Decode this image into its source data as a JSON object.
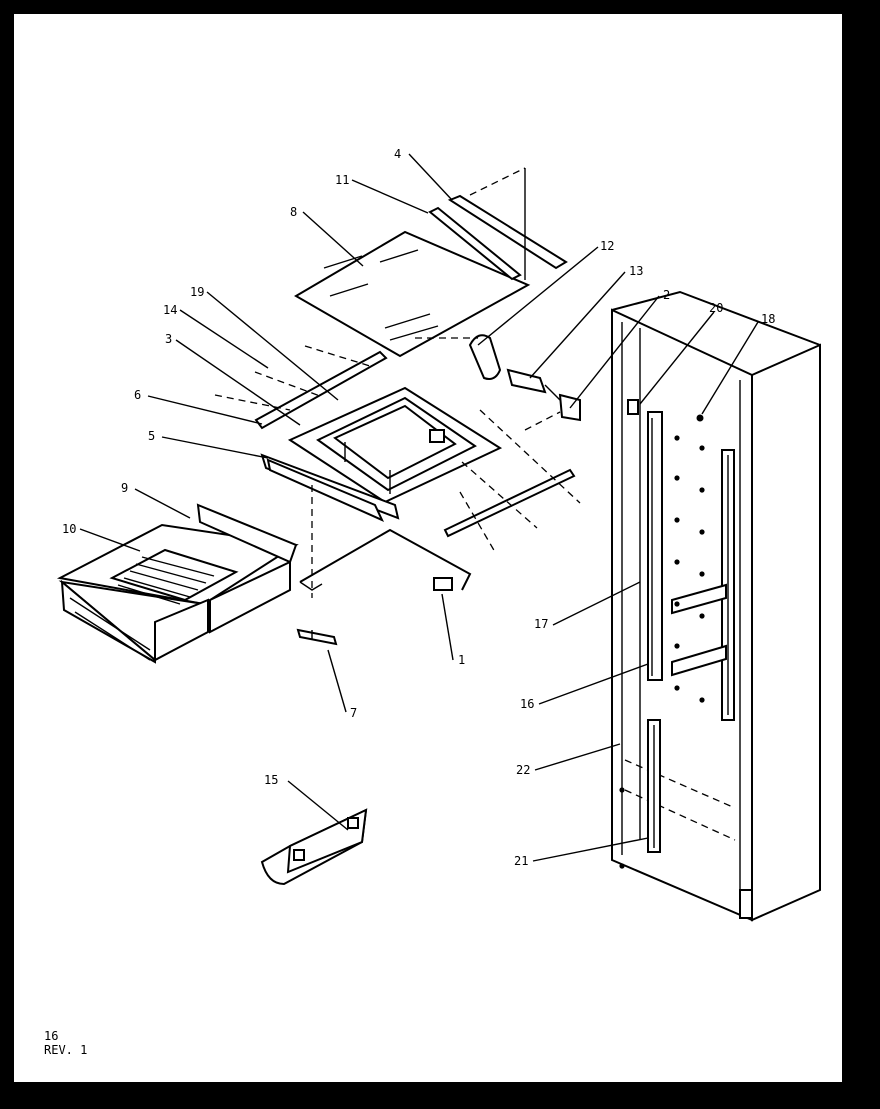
{
  "page": {
    "number": "16",
    "revision": "REV. 1"
  },
  "callouts": {
    "c1": "1",
    "c2": "2",
    "c3": "3",
    "c4": "4",
    "c5": "5",
    "c6": "6",
    "c7": "7",
    "c8": "8",
    "c9": "9",
    "c10": "10",
    "c11": "11",
    "c12": "12",
    "c13": "13",
    "c14": "14",
    "c15": "15",
    "c16": "16",
    "c17": "17",
    "c18": "18",
    "c19": "19",
    "c20": "20",
    "c21": "21",
    "c22": "22"
  }
}
